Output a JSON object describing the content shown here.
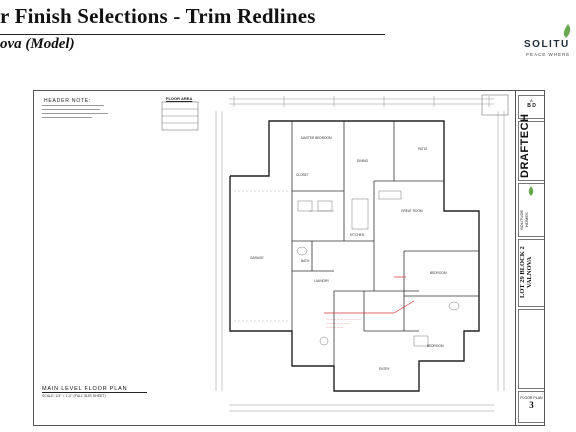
{
  "slide": {
    "title": "r Finish Selections - Trim Redlines",
    "subtitle": "ova (Model)"
  },
  "brand": {
    "name": "SOLITU",
    "tagline": "PEACE WHERE",
    "leaf_color": "#6aa84f"
  },
  "drawing": {
    "header_note": "HEADER NOTE:",
    "floor_area_label": "FLOOR AREA",
    "plan_title": "MAIN LEVEL FLOOR PLAN",
    "plan_scale": "SCALE: 1/4\" = 1'-0\" (FULL SIZE SHEET)",
    "redline_color": "#d93030",
    "rooms": {
      "master_bedroom": "MASTER BEDROOM",
      "dining": "DINING",
      "patio": "PATIO",
      "great_room": "GREAT ROOM",
      "bedroom_2": "BEDROOM",
      "bedroom_3": "BEDROOM",
      "garage": "GARAGE",
      "kitchen": "KITCHEN",
      "laundry": "LAUNDRY",
      "bath": "BATH",
      "closet": "CLOSET",
      "entry": "ENTRY"
    }
  },
  "title_block": {
    "firm": "DRAFTECH",
    "builder": "SOLITUDE HOMES",
    "project": "LOT 29 BLOCK 2 VALNOVA",
    "sheet_label": "FLOOR PLAN",
    "sheet_number": "3",
    "abbrev_top": "A",
    "abbrev_mid": "B D"
  }
}
